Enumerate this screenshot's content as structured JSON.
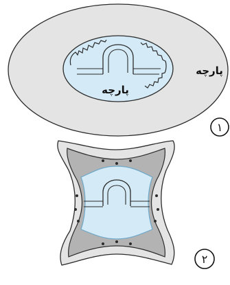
{
  "figures": [
    {
      "number": "۱",
      "outer_label": "پارچه",
      "inner_label": "پارچه"
    },
    {
      "number": "۲"
    }
  ],
  "colors": {
    "fabric_gray": "#e4e4e4",
    "dark_gray": "#b3b3b3",
    "light_blue": "#d4ebf7",
    "outline": "#2b2b2b",
    "blue_line": "#6fa8c9"
  }
}
